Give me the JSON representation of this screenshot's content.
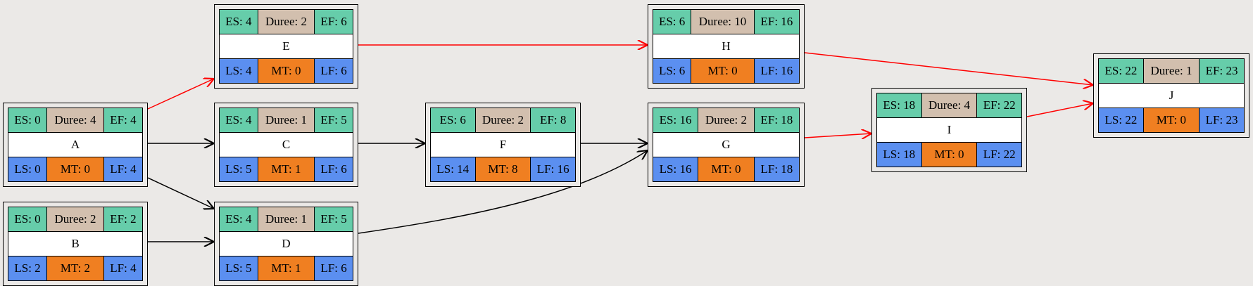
{
  "colors": {
    "critical_edge": "#ff0000",
    "normal_edge": "#000000",
    "es_ef": "#66cdaa",
    "duree": "#d2bfae",
    "ls_lf": "#5b8ff0",
    "mt": "#f07f21",
    "background": "#ebe9e7"
  },
  "nodes": {
    "A": {
      "es": "ES: 0",
      "dur": "Duree: 4",
      "ef": "EF: 4",
      "name": "A",
      "ls": "LS: 0",
      "mt": "MT: 0",
      "lf": "LF: 4"
    },
    "B": {
      "es": "ES: 0",
      "dur": "Duree: 2",
      "ef": "EF: 2",
      "name": "B",
      "ls": "LS: 2",
      "mt": "MT: 2",
      "lf": "LF: 4"
    },
    "C": {
      "es": "ES: 4",
      "dur": "Duree: 1",
      "ef": "EF: 5",
      "name": "C",
      "ls": "LS: 5",
      "mt": "MT: 1",
      "lf": "LF: 6"
    },
    "D": {
      "es": "ES: 4",
      "dur": "Duree: 1",
      "ef": "EF: 5",
      "name": "D",
      "ls": "LS: 5",
      "mt": "MT: 1",
      "lf": "LF: 6"
    },
    "E": {
      "es": "ES: 4",
      "dur": "Duree: 2",
      "ef": "EF: 6",
      "name": "E",
      "ls": "LS: 4",
      "mt": "MT: 0",
      "lf": "LF: 6"
    },
    "F": {
      "es": "ES: 6",
      "dur": "Duree: 2",
      "ef": "EF: 8",
      "name": "F",
      "ls": "LS: 14",
      "mt": "MT: 8",
      "lf": "LF: 16"
    },
    "G": {
      "es": "ES: 16",
      "dur": "Duree: 2",
      "ef": "EF: 18",
      "name": "G",
      "ls": "LS: 16",
      "mt": "MT: 0",
      "lf": "LF: 18"
    },
    "H": {
      "es": "ES: 6",
      "dur": "Duree: 10",
      "ef": "EF: 16",
      "name": "H",
      "ls": "LS: 6",
      "mt": "MT: 0",
      "lf": "LF: 16"
    },
    "I": {
      "es": "ES: 18",
      "dur": "Duree: 4",
      "ef": "EF: 22",
      "name": "I",
      "ls": "LS: 18",
      "mt": "MT: 0",
      "lf": "LF: 22"
    },
    "J": {
      "es": "ES: 22",
      "dur": "Duree: 1",
      "ef": "EF: 23",
      "name": "J",
      "ls": "LS: 22",
      "mt": "MT: 0",
      "lf": "LF: 23"
    }
  },
  "edges": [
    {
      "from": "A",
      "to": "E",
      "critical": true
    },
    {
      "from": "A",
      "to": "C",
      "critical": false
    },
    {
      "from": "A",
      "to": "D",
      "critical": false
    },
    {
      "from": "B",
      "to": "D",
      "critical": false
    },
    {
      "from": "E",
      "to": "H",
      "critical": true
    },
    {
      "from": "C",
      "to": "F",
      "critical": false
    },
    {
      "from": "F",
      "to": "G",
      "critical": false
    },
    {
      "from": "D",
      "to": "G",
      "critical": false
    },
    {
      "from": "H",
      "to": "J",
      "critical": true
    },
    {
      "from": "G",
      "to": "I",
      "critical": true
    },
    {
      "from": "I",
      "to": "J",
      "critical": true
    }
  ]
}
